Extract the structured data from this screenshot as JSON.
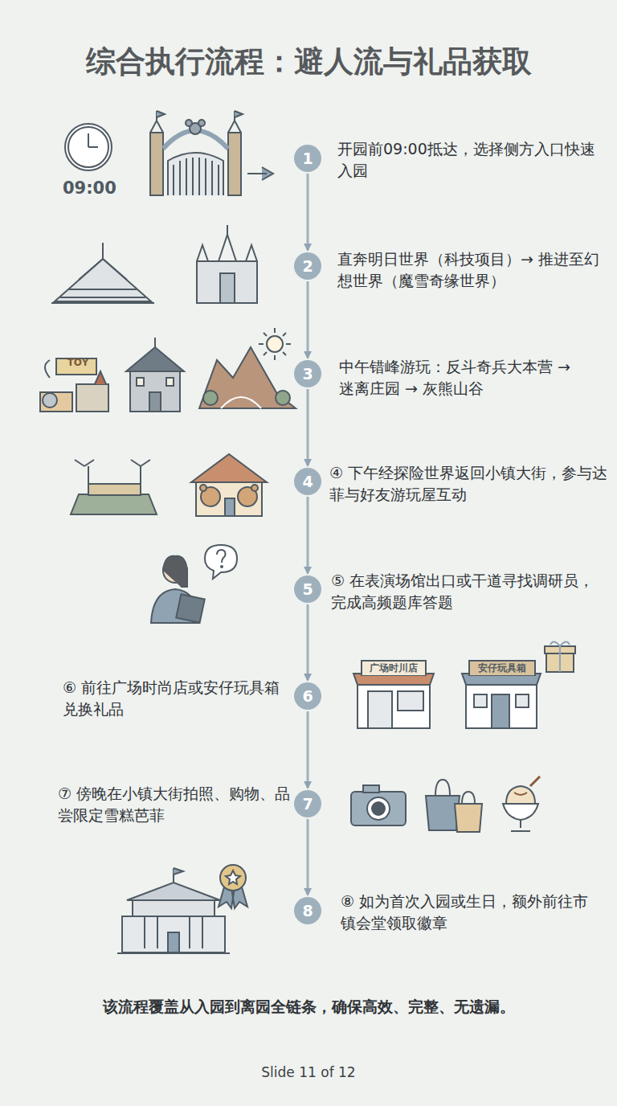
{
  "diagram": {
    "title": "综合执行流程：避人流与礼品获取",
    "caption": "该流程覆盖从入园到离园全链条，确保高效、完整、无遗漏。",
    "nodes": [
      {
        "text": [
          "1"
        ]
      },
      {
        "text": [
          "2"
        ]
      },
      {
        "text": [
          "3"
        ]
      },
      {
        "text": [
          "4"
        ]
      },
      {
        "text": [
          "5"
        ]
      },
      {
        "text": [
          "6"
        ]
      },
      {
        "text": [
          "7"
        ]
      },
      {
        "text": [
          "8"
        ]
      }
    ],
    "edges": [
      {
        "from": 0,
        "to": 1,
        "arrow": "to"
      },
      {
        "from": 1,
        "to": 2,
        "arrow": "to"
      },
      {
        "from": 2,
        "to": 3,
        "arrow": "to"
      },
      {
        "from": 3,
        "to": 4,
        "arrow": "to"
      },
      {
        "from": 4,
        "to": 5,
        "arrow": "to"
      },
      {
        "from": 5,
        "to": 6,
        "arrow": "to"
      },
      {
        "from": 6,
        "to": 7,
        "arrow": "to"
      }
    ],
    "labels": [
      "09:00",
      "TOY",
      "开园前09:00抵达，选择侧方入口快速入园",
      "直奔明日世界（科技项目）→ 推进至幻想世界（魔雪奇缘世界）",
      "中午错峰游玩：反斗奇兵大本营 → 迷离庄园 → 灰熊山谷",
      "④ 下午经探险世界返回小镇大街，参与达菲与好友游玩屋互动",
      "⑤ 在表演场馆出口或干道寻找调研员，完成高频题库答题",
      "⑥ 前往广场时尚店或安仔玩具箱兑换礼品",
      "⑦ 傍晚在小镇大街拍照、购物、品尝限定雪糕芭菲",
      "⑧ 如为首次入园或生日，额外前往市镇会堂领取徽章",
      "广场时川店",
      "安仔玩具箱",
      "Slide 11 of 12"
    ]
  }
}
